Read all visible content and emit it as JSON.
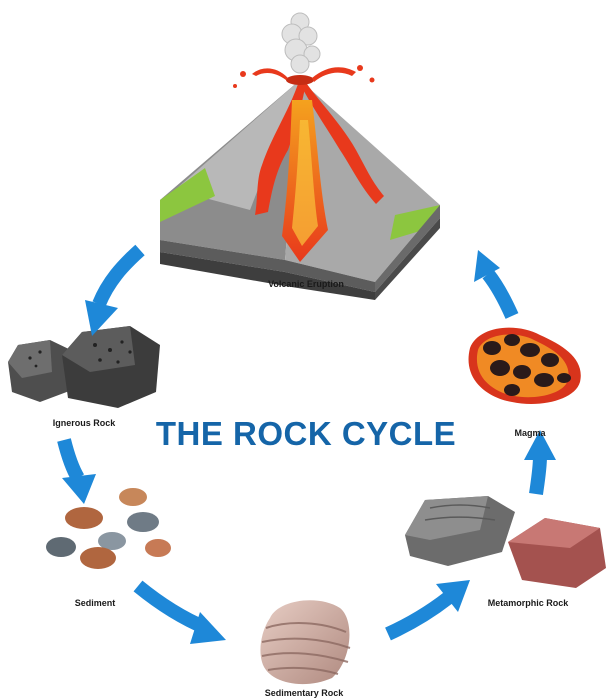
{
  "title": "THE ROCK CYCLE",
  "stages": {
    "volcanic_eruption": "Volcanic Eruption",
    "igneous_rock": "Ignerous Rock",
    "sediment": "Sediment",
    "sedimentary_rock": "Sedimentary Rock",
    "metamorphic_rock": "Metamorphic Rock",
    "magma": "Magma"
  },
  "colors": {
    "title": "#1565a8",
    "arrow": "#1e88d8",
    "lava": "#e8391c",
    "rock_gray": "#9a9a9a",
    "grass": "#8cc63f"
  },
  "icons": [
    "volcano-icon",
    "igneous-rock-icon",
    "sediment-icon",
    "sedimentary-rock-icon",
    "metamorphic-rock-icon",
    "magma-icon"
  ]
}
